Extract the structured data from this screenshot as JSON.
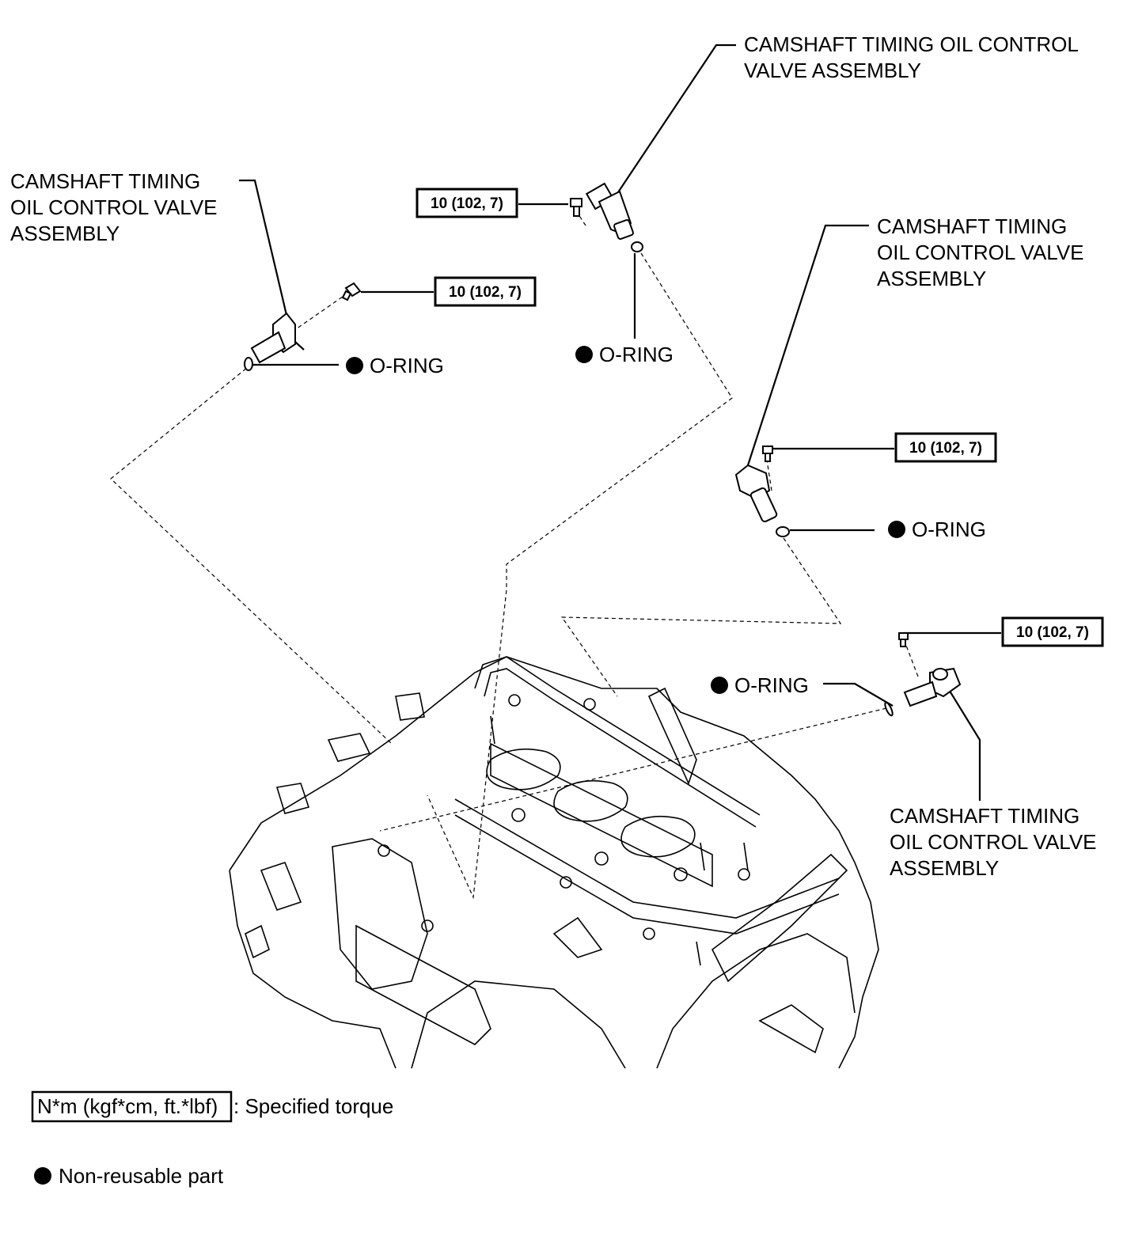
{
  "callouts": {
    "ocv_top": [
      "CAMSHAFT TIMING OIL CONTROL",
      "VALVE ASSEMBLY"
    ],
    "ocv_left": [
      "CAMSHAFT TIMING",
      "OIL CONTROL VALVE",
      "ASSEMBLY"
    ],
    "ocv_right": [
      "CAMSHAFT TIMING",
      "OIL CONTROL VALVE",
      "ASSEMBLY"
    ],
    "ocv_bottom_right": [
      "CAMSHAFT TIMING",
      "OIL CONTROL VALVE",
      "ASSEMBLY"
    ],
    "o_ring": "O-RING",
    "torque": "10 (102, 7)"
  },
  "legend": {
    "torque_box": "N*m (kgf*cm, ft.*lbf)",
    "torque_desc": ": Specified torque",
    "non_reusable": "Non-reusable part"
  },
  "icons": {
    "non_reusable_marker": "filled-circle-icon"
  }
}
